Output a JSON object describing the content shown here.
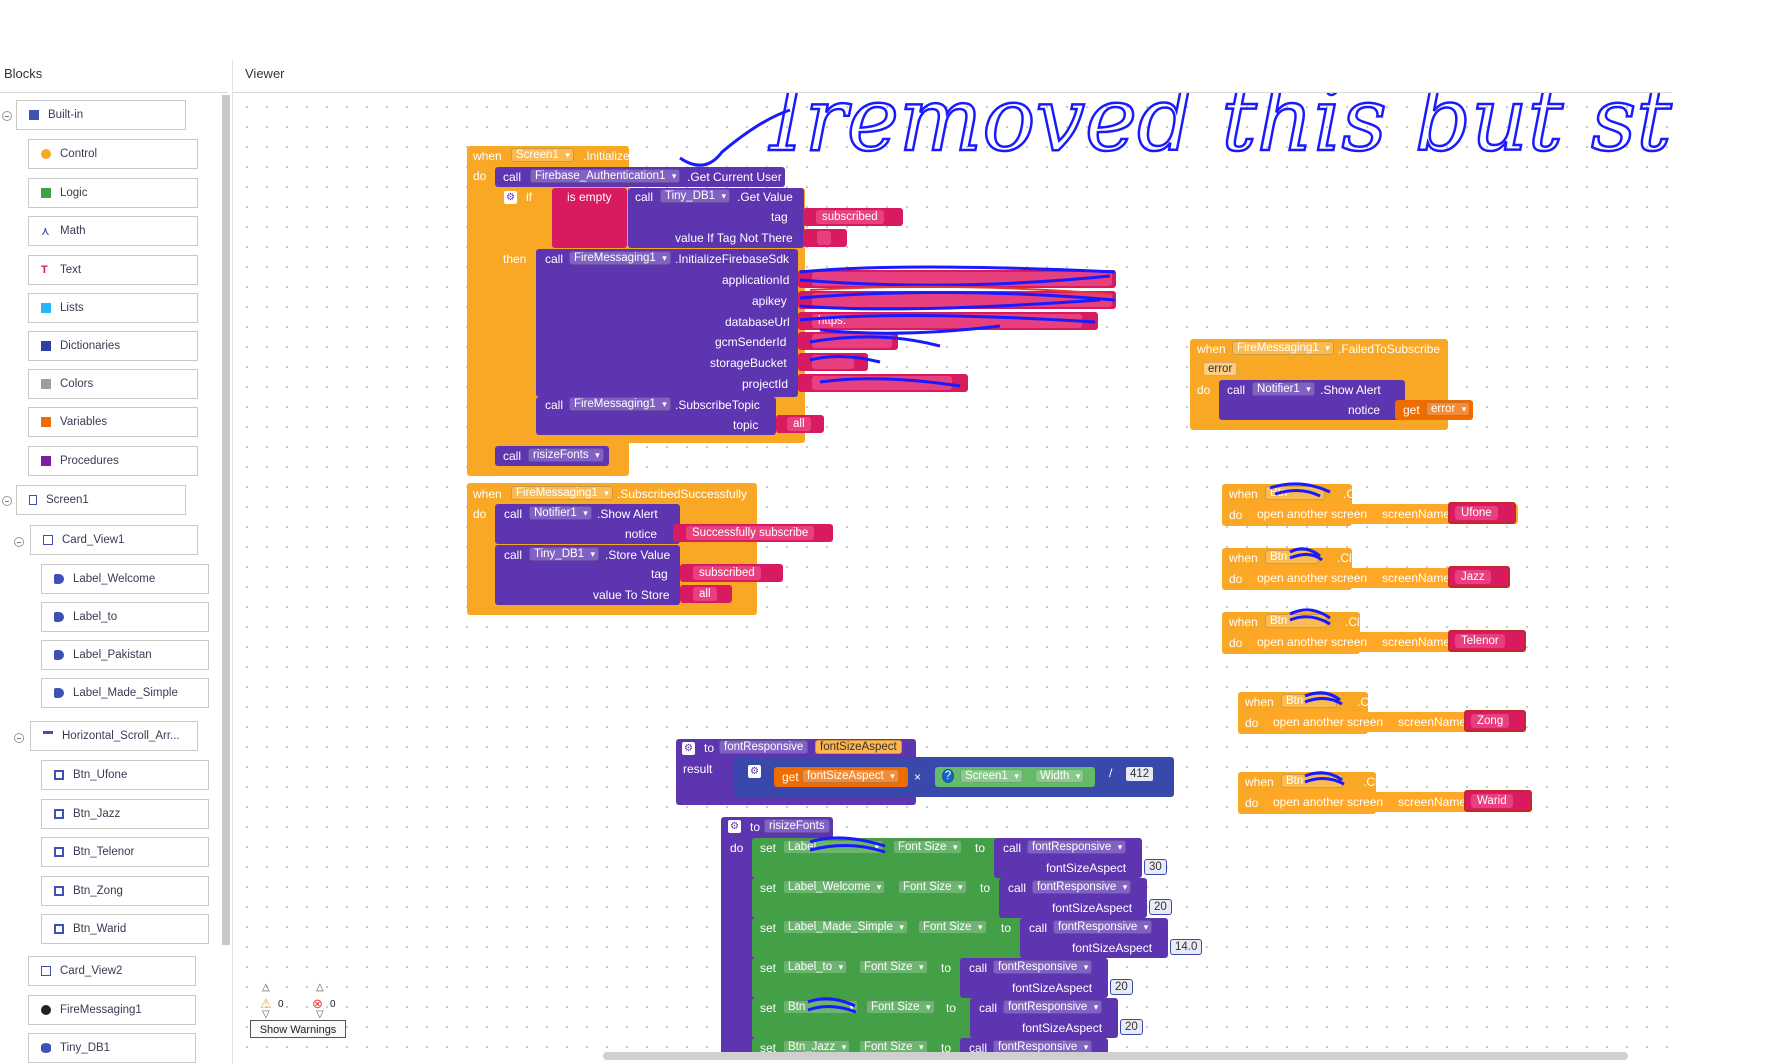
{
  "panels": {
    "blocks_title": "Blocks",
    "viewer_title": "Viewer"
  },
  "annotation": {
    "handwriting": "Iremoved this but still not"
  },
  "palette": {
    "builtin": {
      "label": "Built-in",
      "items": [
        "Control",
        "Logic",
        "Math",
        "Text",
        "Lists",
        "Dictionaries",
        "Colors",
        "Variables",
        "Procedures"
      ]
    },
    "screen": {
      "label": "Screen1"
    },
    "card_view1": {
      "label": "Card_View1",
      "children": [
        "Label_Welcome",
        "Label_to",
        "Label_Pakistan",
        "Label_Made_Simple"
      ]
    },
    "hscroll": {
      "label": "Horizontal_Scroll_Arr...",
      "children": [
        "Btn_Ufone",
        "Btn_Jazz",
        "Btn_Telenor",
        "Btn_Zong",
        "Btn_Warid"
      ]
    },
    "others": [
      "Card_View2",
      "FireMessaging1",
      "Tiny_DB1"
    ]
  },
  "colors": {
    "event": "#f9a825",
    "procedure": "#5e35b1",
    "text": "#d81b60",
    "compute": "#43a047",
    "math": "#3949ab",
    "variable": "#ef6c00"
  },
  "blocks": {
    "init": {
      "when": "when",
      "comp": "Screen1",
      "event": ".Initialize",
      "do": "do",
      "call": "call",
      "auth": "Firebase_Authentication1",
      "auth_method": ".Get Current User",
      "if": "if",
      "is_empty": "is empty",
      "tinydb": "Tiny_DB1",
      "get_value": ".Get Value",
      "tag": "tag",
      "tag_value": "subscribed",
      "value_if_not": "value If Tag Not There",
      "then": "then",
      "fm": "FireMessaging1",
      "init_sdk": ".InitializeFirebaseSdk",
      "sdk_params": [
        "applicationId",
        "apikey",
        "databaseUrl",
        "gcmSenderId",
        "storageBucket",
        "projectId"
      ],
      "sdk_values": [
        "",
        "",
        "https:",
        "",
        "",
        ""
      ],
      "subscribe": ".SubscribeTopic",
      "topic": "topic",
      "topic_value": "all",
      "resize_call": "risizeFonts"
    },
    "subscribed": {
      "when": "when",
      "comp": "FireMessaging1",
      "event": ".SubscribedSuccessfully",
      "do": "do",
      "call": "call",
      "notifier": "Notifier1",
      "show_alert": ".Show Alert",
      "notice": "notice",
      "notice_value": "Successfully subscribe",
      "tinydb": "Tiny_DB1",
      "store_value": ".Store Value",
      "tag": "tag",
      "tag_value": "subscribed",
      "value_to_store": "value To Store",
      "store_text": "all"
    },
    "failed": {
      "when": "when",
      "comp": "FireMessaging1",
      "event": ".FailedToSubscribe",
      "param": "error",
      "do": "do",
      "call": "call",
      "notifier": "Notifier1",
      "show_alert": ".Show Alert",
      "notice": "notice",
      "get": "get",
      "var": "error"
    },
    "clicks": {
      "when": "when",
      "click": ".Click",
      "do": "do",
      "open": "open another screen",
      "screen_name": "screenName",
      "btn_prefix": "Btn",
      "screens": [
        "Ufone",
        "Jazz",
        "Telenor",
        "Zong",
        "Warid"
      ]
    },
    "font_proc": {
      "to": "to",
      "name": "fontResponsive",
      "param": "fontSizeAspect",
      "result": "result",
      "get": "get",
      "get_var": "fontSizeAspect",
      "times": "×",
      "screen": "Screen1",
      "width": "Width",
      "divide": "/",
      "divisor": "412"
    },
    "resize_proc": {
      "to": "to",
      "name": "risizeFonts",
      "do": "do",
      "set": "set",
      "font_size": "Font Size",
      "to2": "to",
      "call": "call",
      "func": "fontResponsive",
      "aspect": "fontSizeAspect",
      "rows": [
        {
          "label": "Label",
          "value": "30"
        },
        {
          "label": "Label_Welcome",
          "value": "20"
        },
        {
          "label": "Label_Made_Simple",
          "value": "14.0"
        },
        {
          "label": "Label_to",
          "value": "20"
        },
        {
          "label": "Btn",
          "value": "20"
        },
        {
          "label": "Btn_Jazz",
          "value": ""
        }
      ]
    }
  },
  "warnings": {
    "warn_count": "0",
    "error_count": "0",
    "button": "Show Warnings"
  }
}
